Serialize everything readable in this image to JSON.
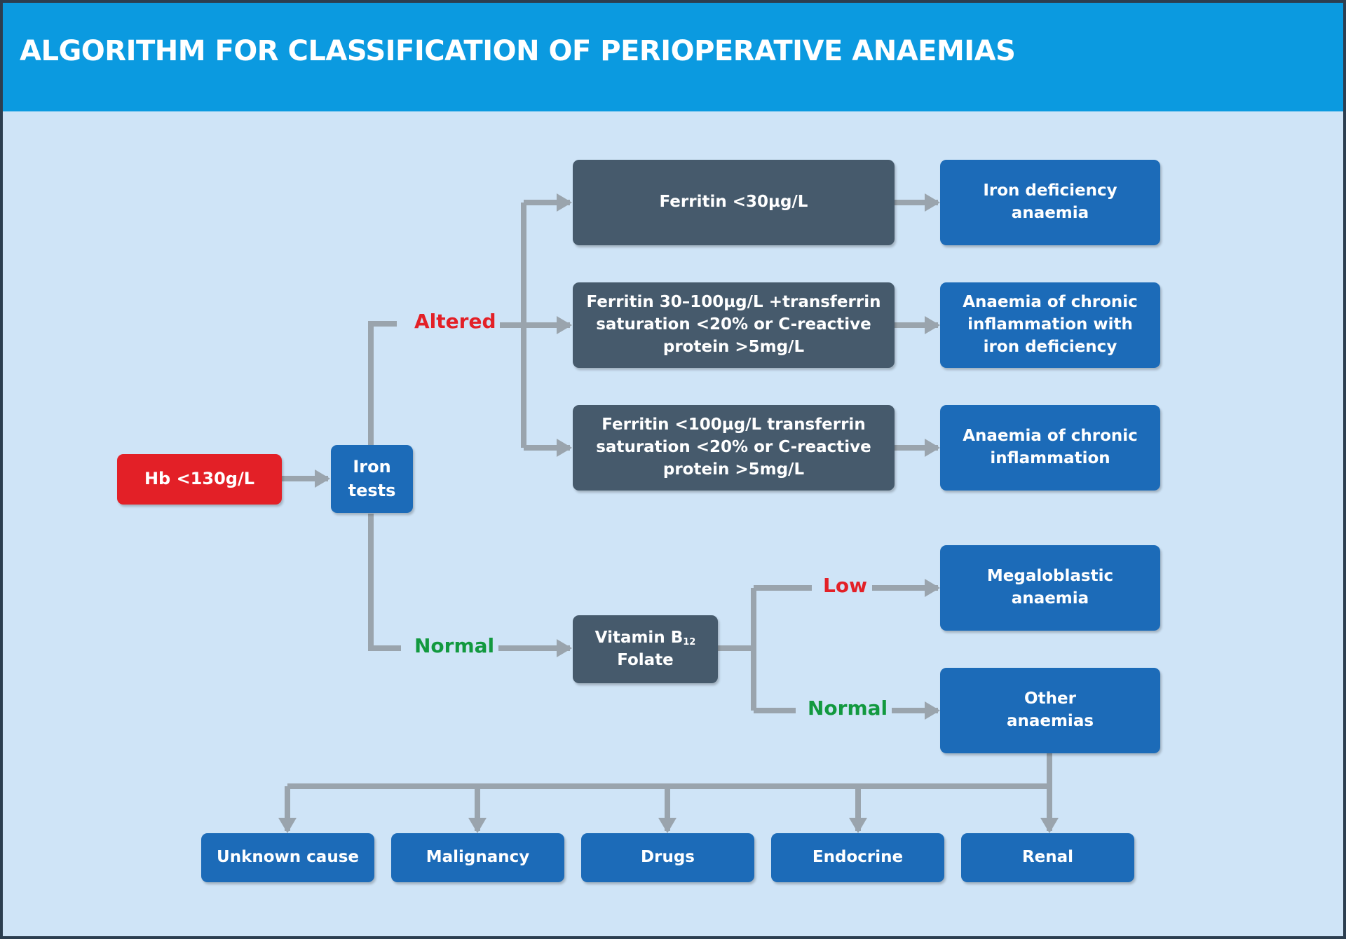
{
  "title": "ALGORITHM FOR CLASSIFICATION OF PERIOPERATIVE ANAEMIAS",
  "colors": {
    "header": "#0b9ae0",
    "background": "#cfe4f7",
    "start_node": "#e32027",
    "outcome_node": "#1c6bb8",
    "test_node": "#465a6c",
    "connector": "#9aa4ad",
    "altered_label": "#e32027",
    "normal_label": "#12993f"
  },
  "nodes": {
    "start": "Hb <130g/L",
    "iron_tests": "Iron\ntests",
    "ferritin_low": "Ferritin <30µg/L",
    "ferritin_mid": "Ferritin 30–100µg/L +transferrin\nsaturation <20% or C-reactive\nprotein >5mg/L",
    "ferritin_high": "Ferritin <100µg/L transferrin\nsaturation <20% or C-reactive\nprotein >5mg/L",
    "iron_deficiency": "Iron deficiency\nanaemia",
    "chronic_with_iron": "Anaemia of chronic\ninflammation with\niron deficiency",
    "chronic": "Anaemia of chronic\ninflammation",
    "b12_main": "Vitamin B",
    "b12_sub": "12",
    "folate": "Folate",
    "megaloblastic": "Megaloblastic\nanaemia",
    "other": "Other\nanaemias"
  },
  "branch_labels": {
    "altered": "Altered",
    "normal_iron": "Normal",
    "low": "Low",
    "normal_b12": "Normal"
  },
  "causes": [
    "Unknown cause",
    "Malignancy",
    "Drugs",
    "Endocrine",
    "Renal"
  ]
}
